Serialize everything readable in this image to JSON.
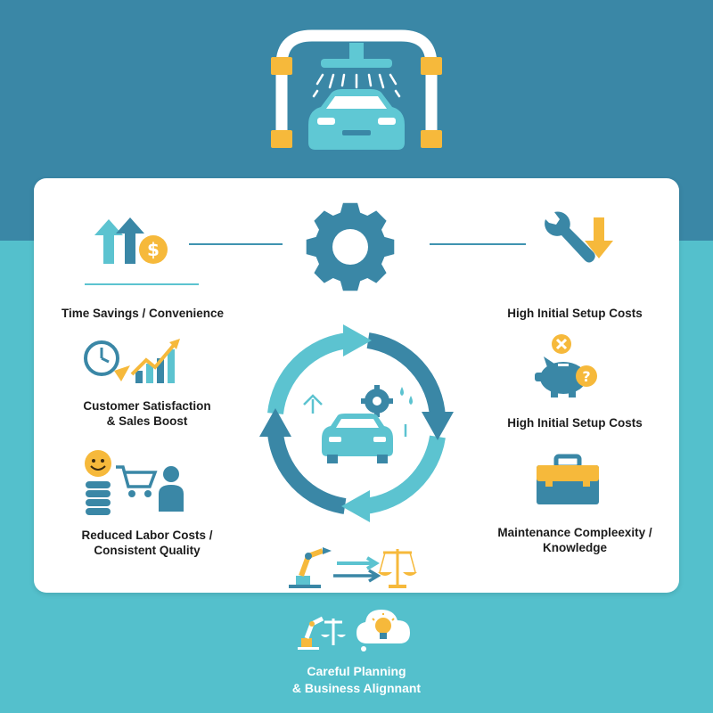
{
  "colors": {
    "dark_teal": "#3a87a6",
    "light_teal": "#54c0cc",
    "yellow": "#f6b93b",
    "card": "#ffffff"
  },
  "icons": [
    "car-wash-icon",
    "gear-icon",
    "growth-arrows-dollar-icon",
    "wrench-down-arrow-icon",
    "clock-chart-icon",
    "piggy-bank-icon",
    "smiley-coins-cart-icon",
    "toolbox-icon",
    "cycle-arrows-icon",
    "robot-arm-scale-icon",
    "lightbulb-cloud-icon"
  ],
  "benefits": {
    "time_savings": "Time Savings / Convenience",
    "satisfaction_line1": "Customer Satisfaction",
    "satisfaction_line2": "& Sales Boost",
    "labor_line1": "Reduced Labor Costs /",
    "labor_line2": "Consistent Quality"
  },
  "drawbacks": {
    "setup_costs_1": "High Initial Setup Costs",
    "setup_costs_2": "High Initial Setup Costs",
    "maintenance_line1": "Maintenance Compleexity /",
    "maintenance_line2": "Knowledge"
  },
  "footer": {
    "line1": "Careful Planning",
    "line2": "& Business Alignnant"
  }
}
